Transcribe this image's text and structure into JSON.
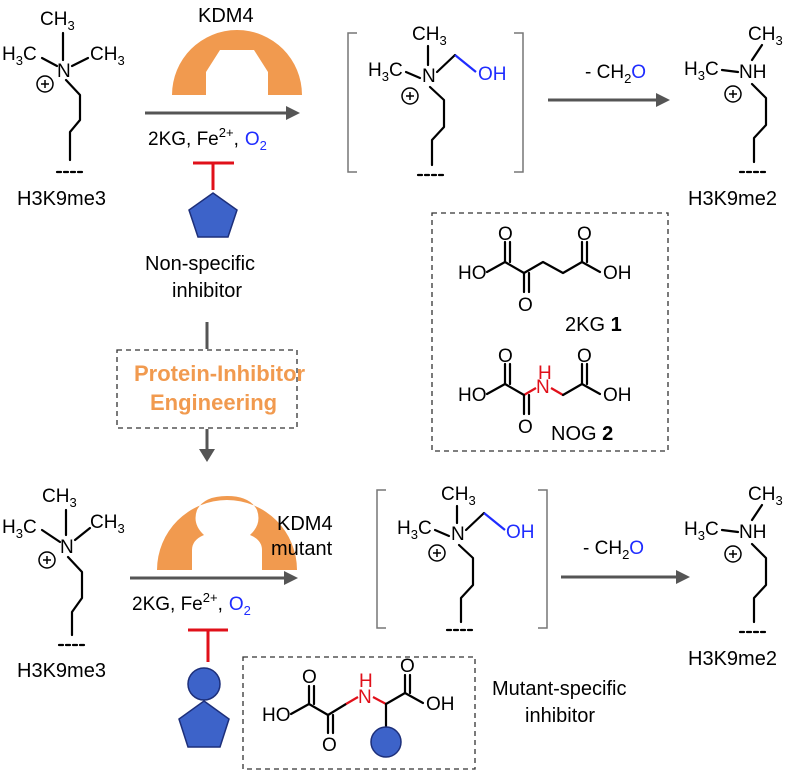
{
  "top": {
    "enzyme_label": "KDM4",
    "cofactors_prefix": "2KG, Fe",
    "cofactors_sup": "2+",
    "cofactors_sep": ",",
    "cofactors_o2": "O",
    "cofactors_o2_sub": "2",
    "loss_prefix": "- CH",
    "loss_sub": "2",
    "loss_o": "O",
    "substrate_label": "H3K9me3",
    "product_label": "H3K9me2",
    "inhibitor_label_1": "Non-specific",
    "inhibitor_label_2": "inhibitor"
  },
  "engineering": {
    "line1": "Protein-Inhibitor",
    "line2": "Engineering"
  },
  "compounds": {
    "kg_name": "2KG",
    "kg_num": "1",
    "nog_name": "NOG",
    "nog_num": "2"
  },
  "bottom": {
    "enzyme_label_1": "KDM4",
    "enzyme_label_2": "mutant",
    "cofactors_prefix": "2KG, Fe",
    "cofactors_sup": "2+",
    "cofactors_sep": ",",
    "cofactors_o2": "O",
    "cofactors_o2_sub": "2",
    "loss_prefix": "- CH",
    "loss_sub": "2",
    "loss_o": "O",
    "substrate_label": "H3K9me3",
    "product_label": "H3K9me2",
    "inhibitor_label_1": "Mutant-specific",
    "inhibitor_label_2": "inhibitor"
  },
  "atoms": {
    "ch3": "CH",
    "h3c": "H",
    "c": "C",
    "three": "3",
    "n": "N",
    "nh": "NH",
    "oh": "OH",
    "ho": "HO",
    "o": "O",
    "h": "H",
    "plus": "+"
  },
  "colors": {
    "enzyme": "#f19a4f",
    "inhibitor": "#3d63c9",
    "block": "#e0101a",
    "oxygen_blue": "#1f2cff",
    "nitrogen_red": "#e0101a"
  }
}
